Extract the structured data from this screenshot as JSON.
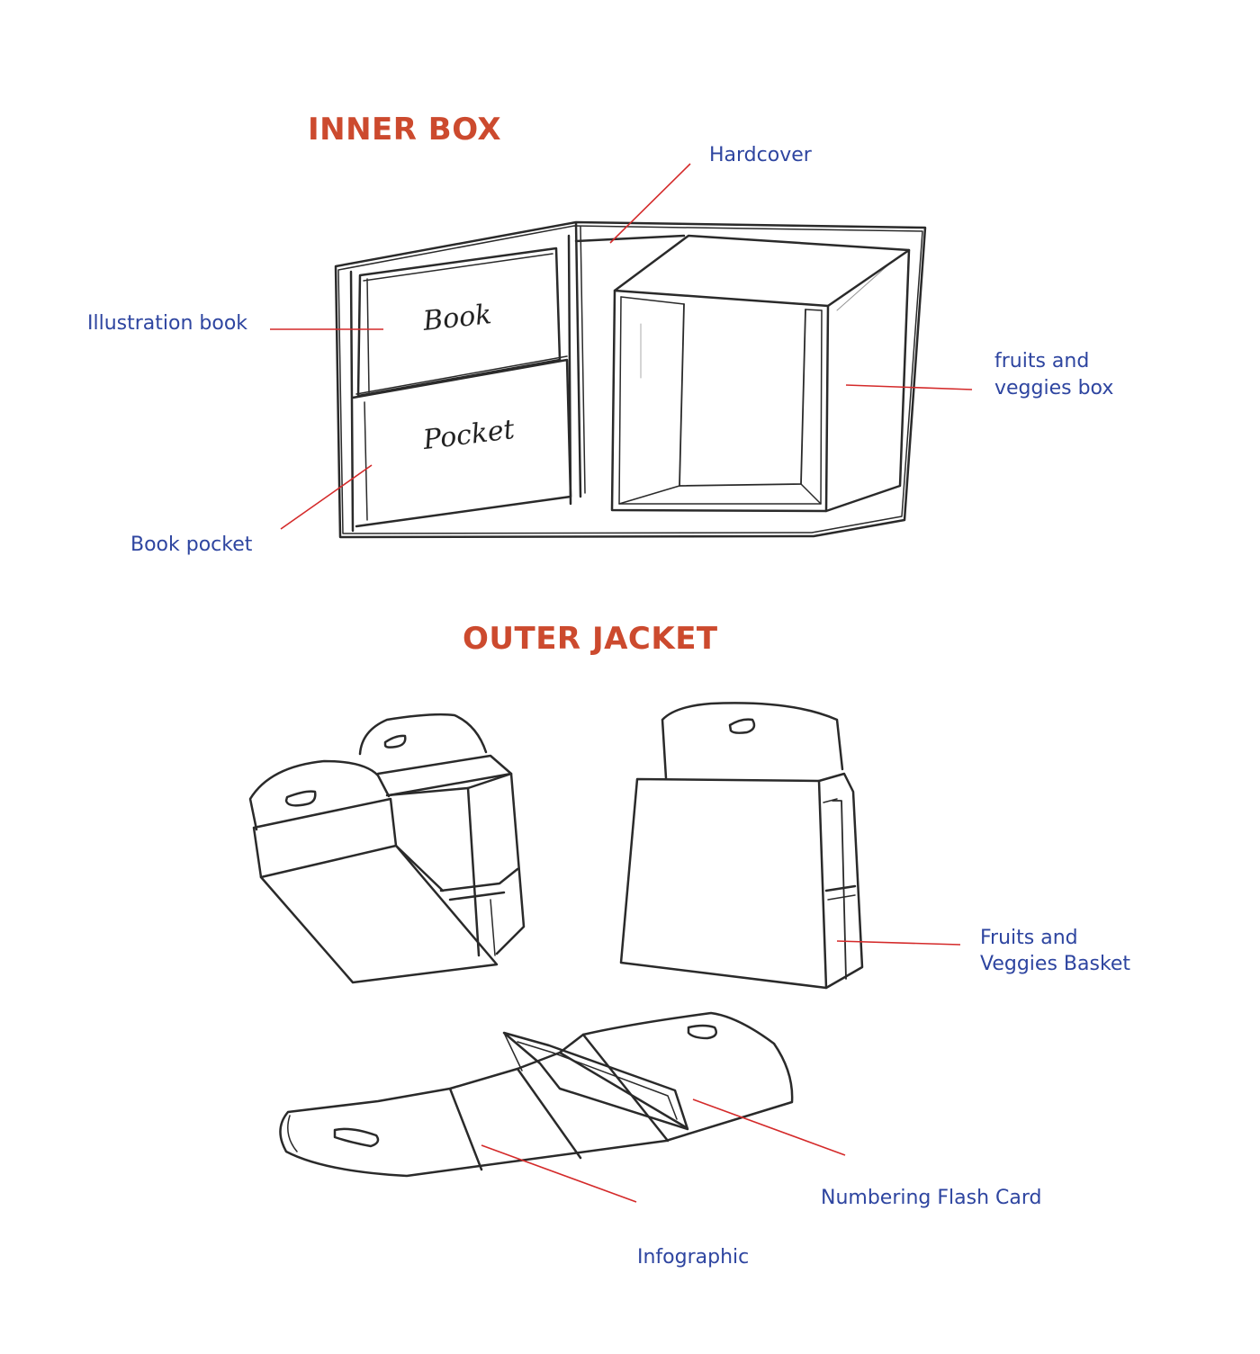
{
  "headings": {
    "inner_box": "INNER BOX",
    "outer_jacket": "OUTER JACKET"
  },
  "labels": {
    "hardcover": "Hardcover",
    "illustration_book": "Illustration book",
    "fruits_veggies_box_line1": "fruits and",
    "fruits_veggies_box_line2": "veggies box",
    "book_pocket": "Book pocket",
    "fruits_veggies_basket_line1": "Fruits and",
    "fruits_veggies_basket_line2": "Veggies Basket",
    "numbering_flash_card": "Numbering Flash Card",
    "infographic": "Infographic"
  },
  "handwriting": {
    "book": "Book",
    "pocket": "Pocket"
  },
  "colors": {
    "heading": "#cc4a2e",
    "label": "#2e45a0",
    "leader_line": "#d42a2a",
    "pencil": "#2a2a2a"
  }
}
